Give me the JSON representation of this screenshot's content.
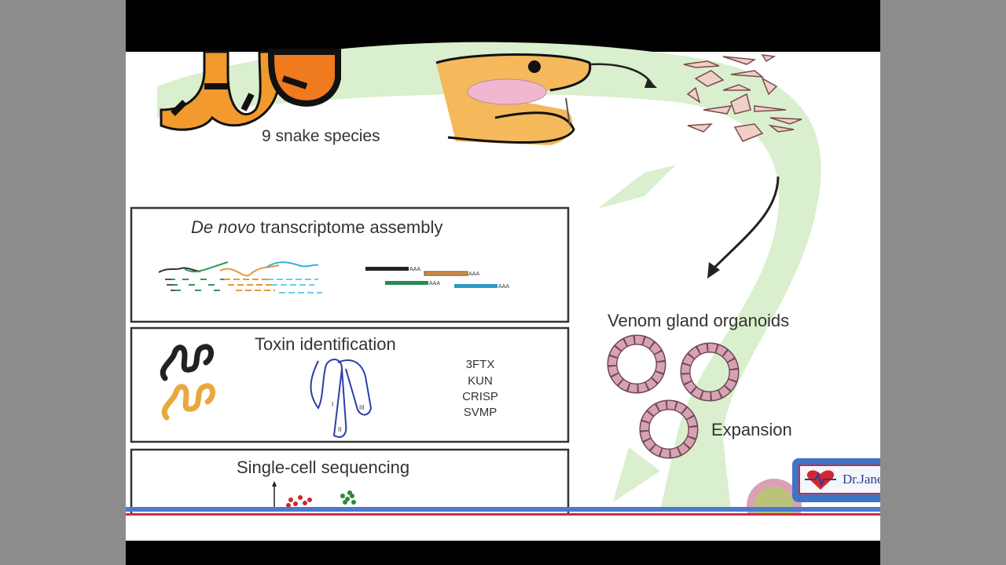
{
  "diagram": {
    "species_label": "9 snake species",
    "panels": [
      {
        "title_italic": "De novo",
        "title_rest": " transcriptome assembly",
        "polya": "AAA"
      },
      {
        "title": "Toxin identification",
        "toxins": [
          "3FTX",
          "KUN",
          "CRISP",
          "SVMP"
        ],
        "strand_labels": [
          "I",
          "II",
          "III"
        ]
      },
      {
        "title": "Single-cell sequencing"
      }
    ],
    "organoids_label": "Venom gland organoids",
    "expansion_label": "Expansion"
  },
  "overlay": {
    "logo_text": "Dr.Jane"
  },
  "colors": {
    "arrow_green": "#d9efcd",
    "box_border": "#333333",
    "organoid_pink": "#d9a2b4",
    "snake_orange": "#f29a2e",
    "logo_blue": "#3f74c8",
    "logo_red": "#c5313b"
  }
}
